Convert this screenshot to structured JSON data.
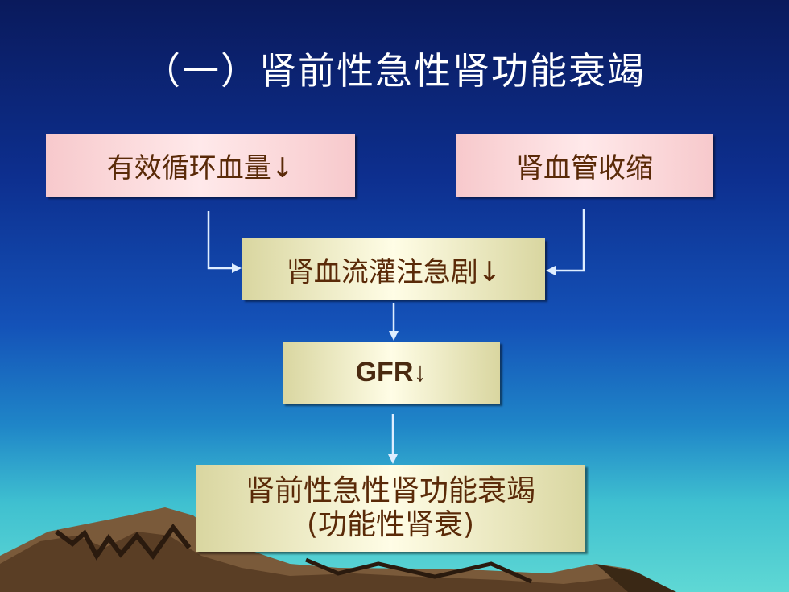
{
  "title": "（一）肾前性急性肾功能衰竭",
  "nodes": {
    "effective_volume": "有效循环血量↓",
    "renal_vasoconstriction": "肾血管收缩",
    "renal_perfusion": "肾血流灌注急剧↓",
    "gfr": "GFR↓",
    "result_line1": "肾前性急性肾功能衰竭",
    "result_line2": "(功能性肾衰)"
  },
  "colors": {
    "pink_box": "#f7c9cc",
    "cream_box": "#fffde6",
    "box_text": "#5a2a08",
    "arrow": "#dfeeff"
  }
}
